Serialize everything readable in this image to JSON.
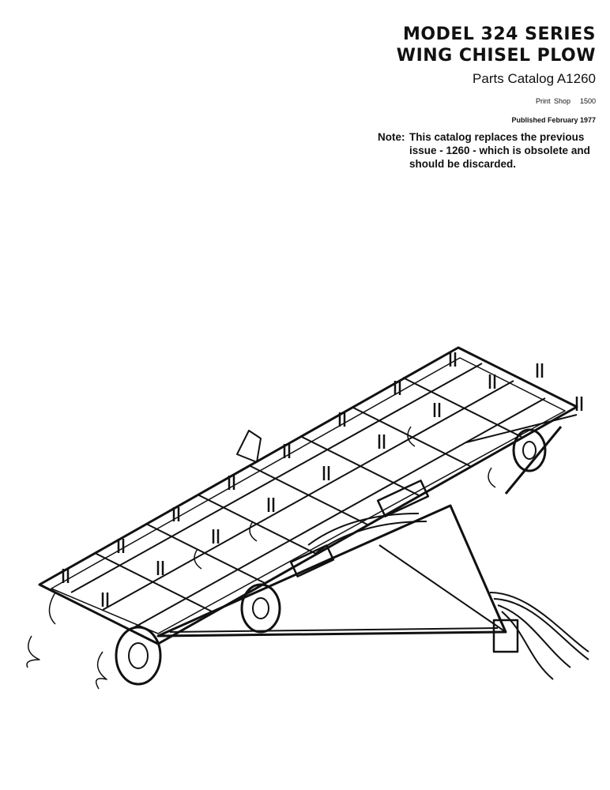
{
  "header": {
    "title_line1": "MODEL 324 SERIES",
    "title_line2": "WING CHISEL PLOW",
    "subtitle": "Parts Catalog A1260",
    "print_shop_label": "Print Shop",
    "print_shop_number": "1500",
    "published": "Published February 1977"
  },
  "note": {
    "label": "Note:",
    "body": "This catalog replaces the previous issue - 1260 - which is obsolete and should be discarded."
  },
  "illustration": {
    "icon": "chisel-plow-line-drawing"
  }
}
